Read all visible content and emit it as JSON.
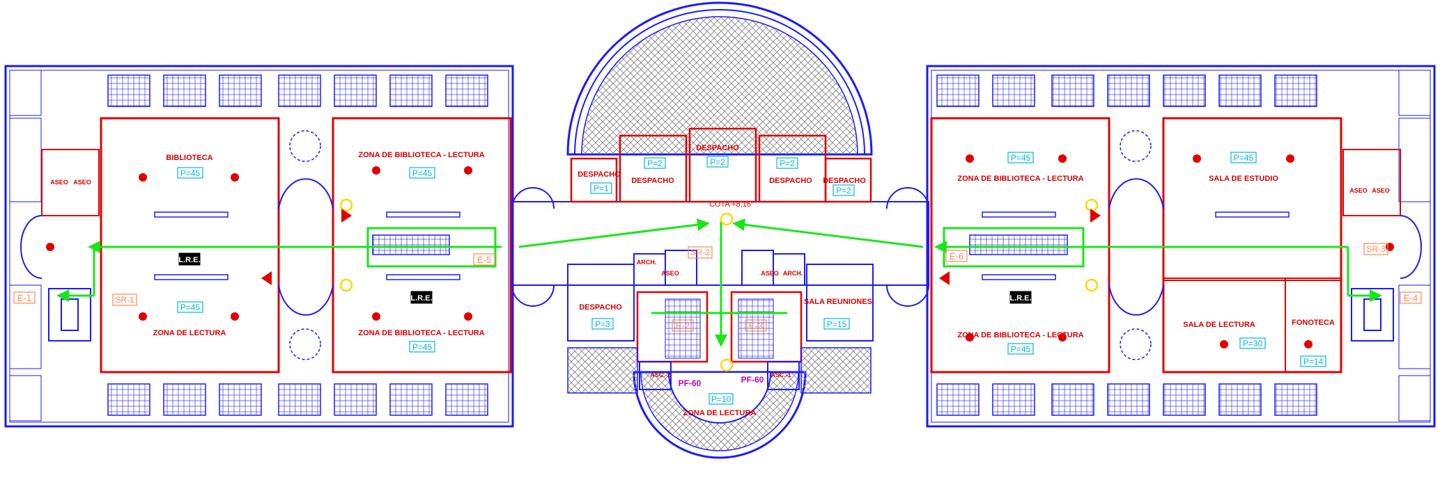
{
  "colors": {
    "wall": "#1a1aff",
    "sector": "#e00000",
    "route": "#19e619",
    "label": "#d40000",
    "occupancy": "#00b7d6",
    "exit": "#ff8a50",
    "fire_door": "#c000c0",
    "equipment": "#ffd800"
  },
  "rooms": {
    "biblioteca": "BIBLIOTECA",
    "zona_lectura_left": "ZONA DE LECTURA",
    "zbl_1": "ZONA DE BIBLIOTECA - LECTURA",
    "zbl_2": "ZONA DE BIBLIOTECA - LECTURA",
    "zbl_3": "ZONA DE BIBLIOTECA - LECTURA",
    "zbl_4": "ZONA DE BIBLIOTECA - LECTURA",
    "sala_estudio": "SALA DE ESTUDIO",
    "sala_lectura": "SALA DE LECTURA",
    "fonoteca": "FONOTECA",
    "despacho_1": "DESPACHO",
    "despacho_2": "DESPACHO",
    "despacho_3": "DESPACHO",
    "despacho_4": "DESPACHO",
    "despacho_5": "DESPACHO",
    "despacho_6": "DESPACHO",
    "sala_reuniones": "SALA REUNIONES",
    "zona_lectura_center": "ZONA DE LECTURA",
    "aseo_1": "ASEO",
    "aseo_2": "ASEO",
    "aseo_3": "ASEO",
    "aseo_4": "ASEO",
    "aseo_5": "ASEO",
    "aseo_6": "ASEO",
    "arch_1": "ARCH.",
    "arch_2": "ARCH."
  },
  "occupancy": {
    "biblioteca": "P=45",
    "zona_lectura_left": "P=45",
    "zbl_1": "P=45",
    "zbl_2": "P=45",
    "zbl_3": "P=45",
    "zbl_4": "P=45",
    "sala_estudio": "P=45",
    "sala_lectura": "P=30",
    "fonoteca": "P=14",
    "despacho_1": "P=1",
    "despacho_2": "P=2",
    "despacho_3": "P=2",
    "despacho_4": "P=2",
    "despacho_5": "P=2",
    "despacho_6": "P=3",
    "sala_reuniones": "P=15",
    "zona_lectura_center": "P=10"
  },
  "exits": {
    "e1": "E-1",
    "e2": "E-2",
    "e3": "E-3",
    "e4": "E-4",
    "e5": "E-5",
    "e6": "E-6"
  },
  "stairs": {
    "sr1": "SR-1",
    "sr2": "SR-2",
    "sr3": "SR-3"
  },
  "elevators": {
    "asc1": "ASC.-1",
    "asc2": "ASC.-2"
  },
  "fire_doors": {
    "pf1": "PF-60",
    "pf2": "PF-60"
  },
  "lre": {
    "a": "L.R.E.",
    "b": "L.R.E.",
    "c": "L.R.E."
  },
  "cota": "COTA +8,16"
}
